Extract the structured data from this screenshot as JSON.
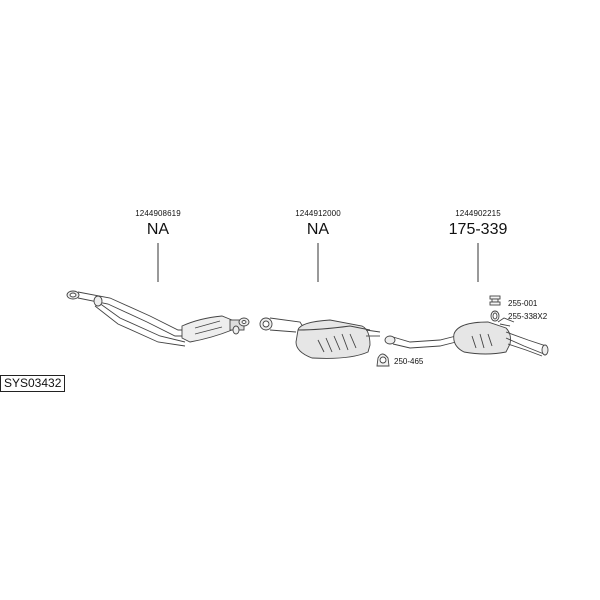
{
  "parts": [
    {
      "code": "1244908619",
      "ref": "NA"
    },
    {
      "code": "1244912000",
      "ref": "NA"
    },
    {
      "code": "1244902215",
      "ref": "175-339"
    }
  ],
  "accessories": [
    {
      "label": "255-001"
    },
    {
      "label": "255-338X2"
    },
    {
      "label": "250-465"
    }
  ],
  "system_code": "SYS03432"
}
